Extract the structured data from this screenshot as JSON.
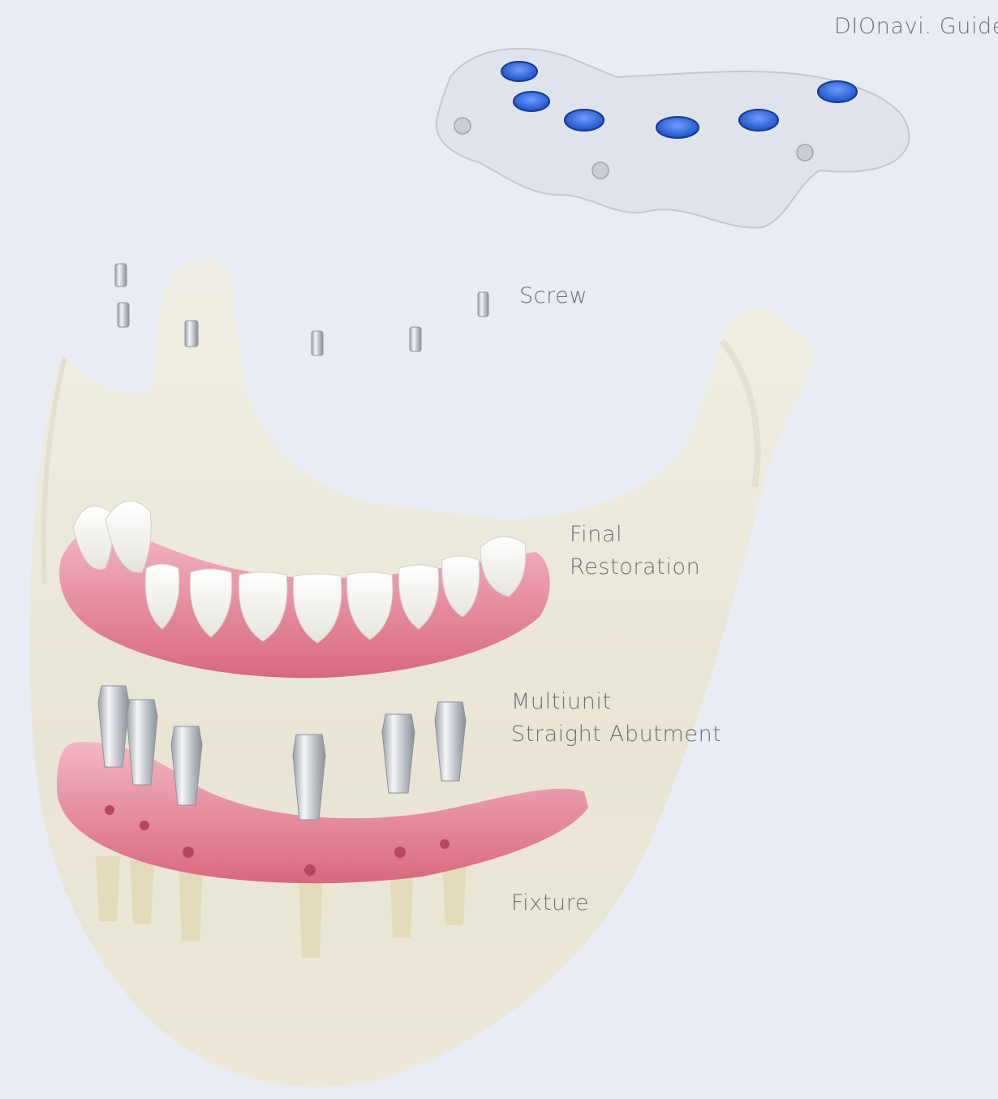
{
  "labels": {
    "guide": "DIOnavi. Guide",
    "screw": "Screw",
    "final_restoration": [
      "Final",
      "Restoration"
    ],
    "abutment": [
      "Multiunit",
      "Straight Abutment"
    ],
    "fixture": "Fixture"
  },
  "colors": {
    "background": "#e8ecf4",
    "bone": "#eae6d8",
    "gum": "#e48a9c",
    "tooth": "#f7f6f2",
    "metal": "#c9cdd3",
    "guide_blue": "#2a5fd0",
    "label_text": "#6c7178"
  }
}
